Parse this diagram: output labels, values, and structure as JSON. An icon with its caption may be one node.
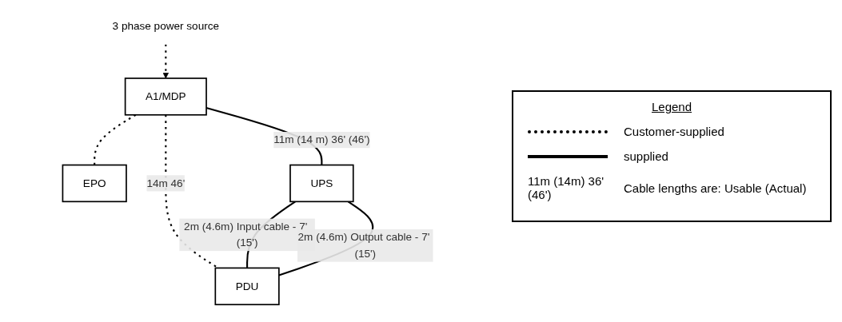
{
  "diagram": {
    "nodes": [
      {
        "text": [
          "A1/MDP"
        ]
      },
      {
        "text": [
          "3 phase power source"
        ]
      },
      {
        "text": [
          "EPO"
        ]
      },
      {
        "text": [
          "UPS"
        ]
      },
      {
        "text": [
          "PDU"
        ]
      }
    ],
    "edges": [
      {
        "from": 1,
        "to": 0,
        "arrow": "to",
        "style": "dashed"
      },
      {
        "from": 0,
        "to": 2,
        "arrow": "none",
        "style": "dashed"
      },
      {
        "from": 0,
        "to": 4,
        "arrow": "none",
        "style": "dashed",
        "label": "14m 46'"
      },
      {
        "from": 0,
        "to": 3,
        "arrow": "none",
        "label": "11m (14 m) 36' (46')"
      },
      {
        "from": 3,
        "to": 4,
        "arrow": "none",
        "label": "2m (4.6m) Input cable - 7' (15')"
      },
      {
        "from": 3,
        "to": 4,
        "arrow": "none",
        "label": "2m (4.6m) Output cable - 7' (15')"
      }
    ],
    "labels": [
      "Legend",
      "11m (14m) 36' (46')"
    ],
    "legend": [
      {
        "text": "Customer-supplied"
      },
      {
        "text": "supplied"
      },
      {
        "text": "Cable lengths are: Usable (Actual)"
      }
    ]
  }
}
